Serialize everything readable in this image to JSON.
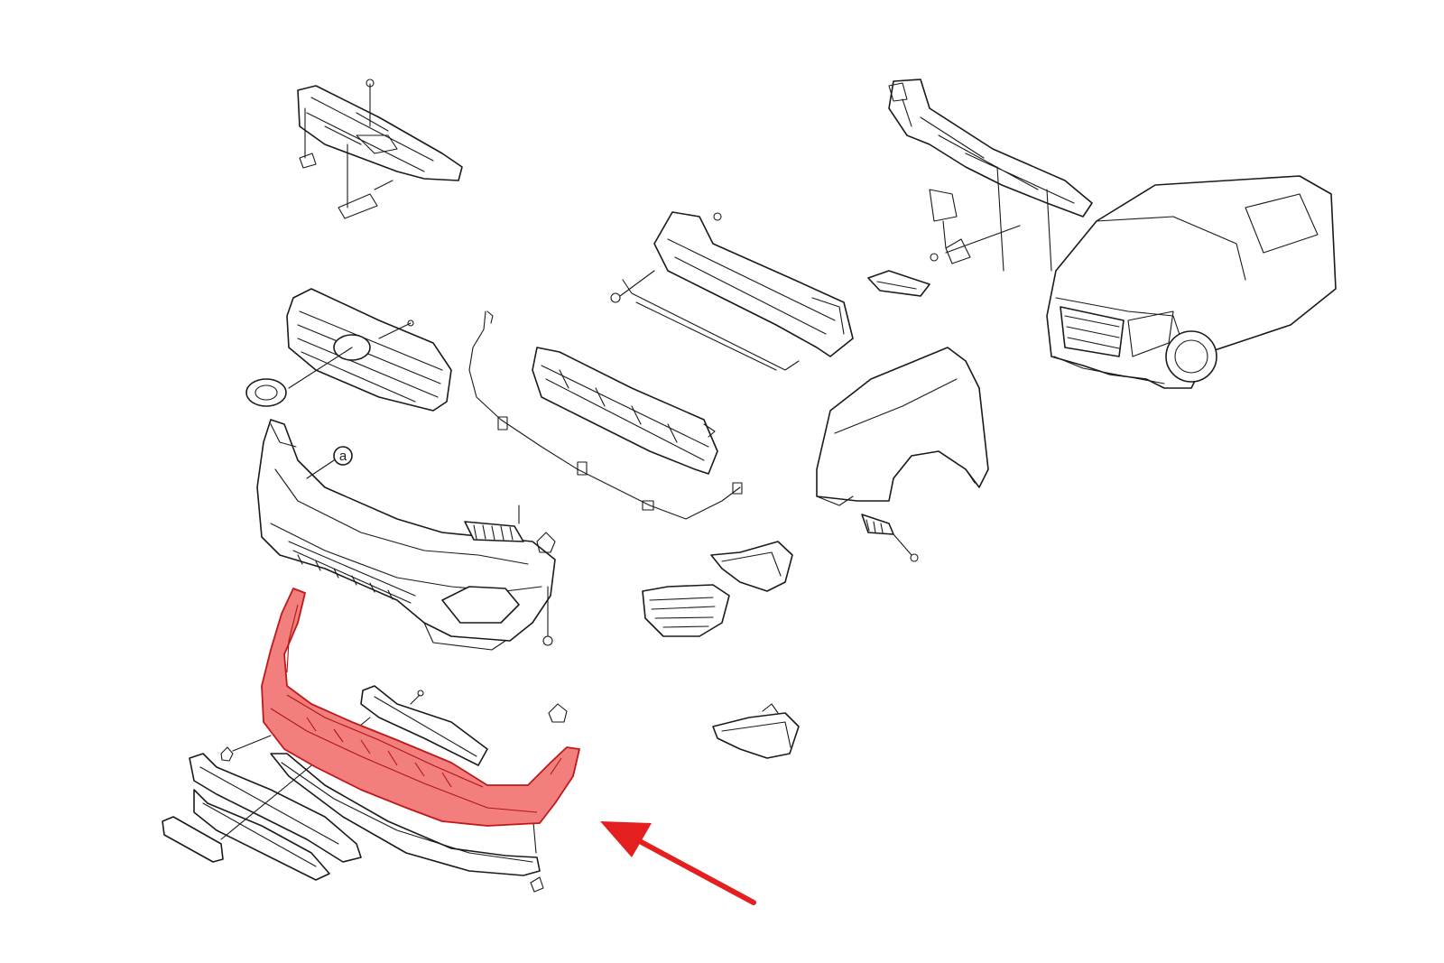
{
  "diagram": {
    "callout_label": "a",
    "colors": {
      "line": "#1a1a1a",
      "background": "#ffffff",
      "highlight_fill": "#f27e7e",
      "highlight_stroke": "#c01818",
      "arrow": "#e41f1f"
    },
    "highlighted_part": "lower-bumper-lip",
    "pointer": "red-arrow"
  }
}
